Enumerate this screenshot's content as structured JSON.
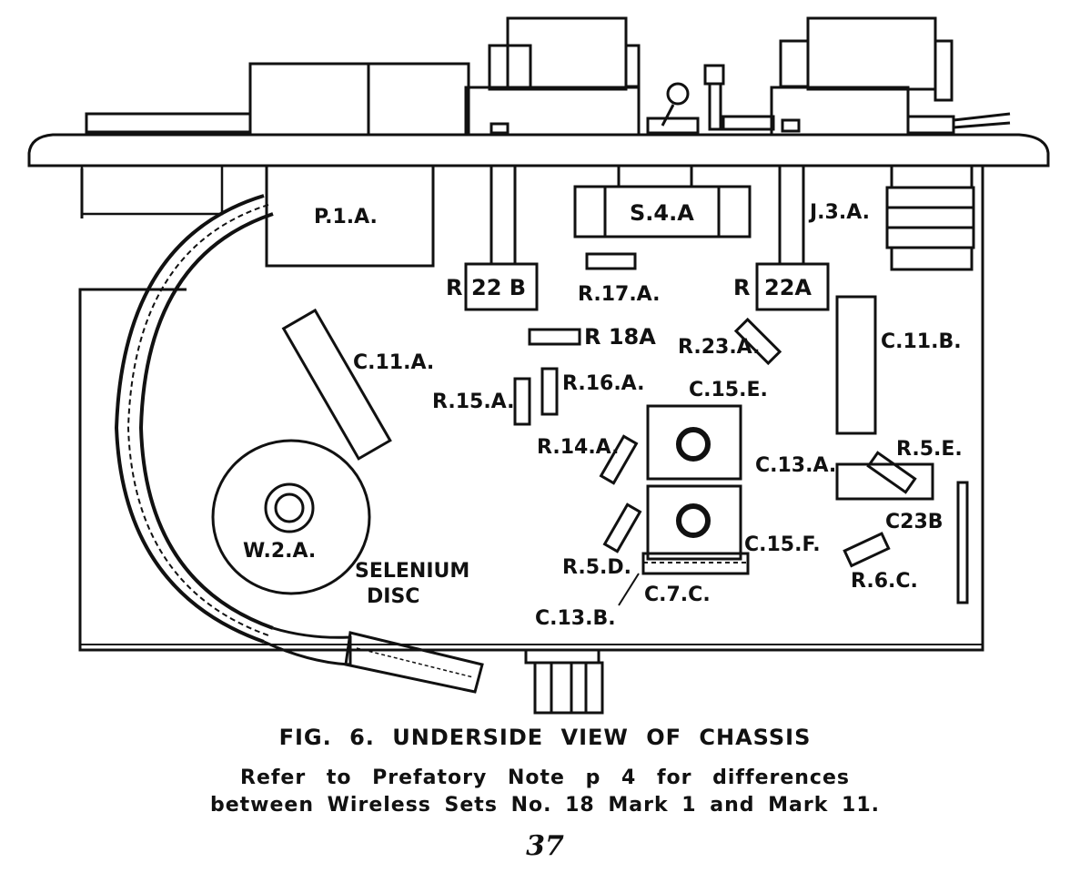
{
  "figure": {
    "title": "FIG. 6. UNDERSIDE VIEW OF CHASSIS",
    "note_line_1": "Refer to Prefatory Note p 4 for differences",
    "note_line_2": "between Wireless Sets No. 18 Mark 1 and Mark 11.",
    "page_number": "37"
  },
  "components": {
    "p1a": "P.1.A.",
    "s4a": "S.4.A",
    "j3a": "J.3.A.",
    "r22b_prefix": "R",
    "r22b_box": "22 B",
    "r22a_prefix": "R",
    "r22a_box": "22A",
    "r17a": "R.17.A.",
    "r18a": "R 18A",
    "r23a": "R.23.A.",
    "c11b": "C.11.B.",
    "c11a": "C.11.A.",
    "r15a": "R.15.A.",
    "r16a": "R.16.A.",
    "c15e": "C.15.E.",
    "r14a": "R.14.A.",
    "c13a": "C.13.A.",
    "r5e": "R.5.E.",
    "c23b": "C23B",
    "c15f": "C.15.F.",
    "r5d": "R.5.D.",
    "c7c": "C.7.C.",
    "c13b": "C.13.B.",
    "r6c": "R.6.C.",
    "w2a": "W.2.A.",
    "selenium_line_1": "SELENIUM",
    "selenium_line_2": "DISC"
  }
}
